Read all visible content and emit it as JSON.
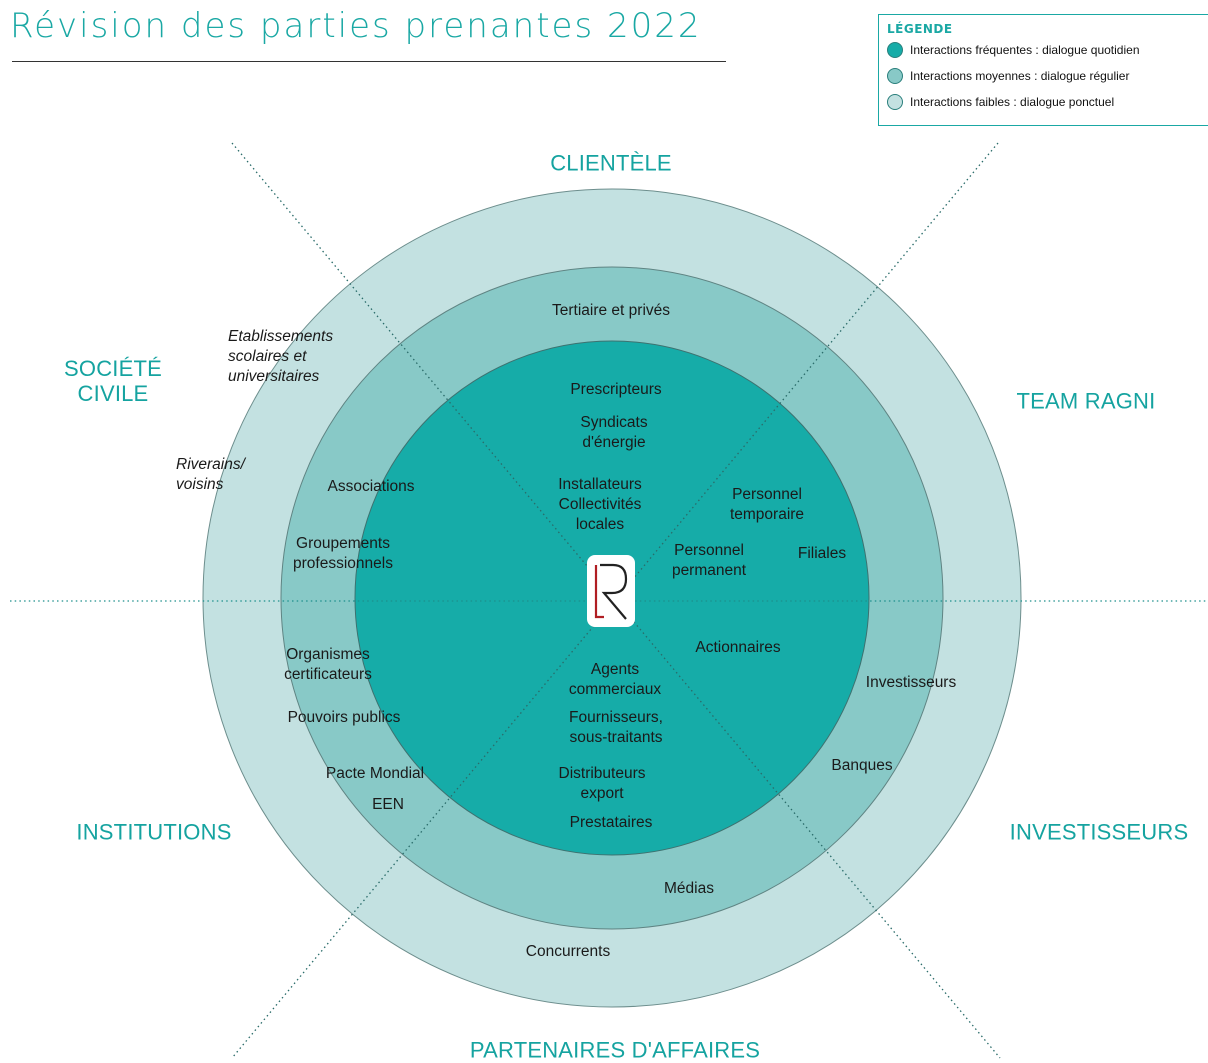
{
  "title": "Révision des parties prenantes 2022",
  "legend": {
    "title": "LÉGENDE",
    "items": [
      {
        "label": "Interactions fréquentes : dialogue quotidien",
        "color": "#16aca8"
      },
      {
        "label": "Interactions moyennes : dialogue régulier",
        "color": "#88c9c7"
      },
      {
        "label": "Interactions faibles : dialogue ponctuel",
        "color": "#c3e1e1"
      }
    ]
  },
  "categories": {
    "clientele": "CLIENTÈLE",
    "societe_civile": "SOCIÉTÉ\nCIVILE",
    "team_ragni": "TEAM RAGNI",
    "institutions": "INSTITUTIONS",
    "investisseurs": "INVESTISSEURS",
    "partenaires": "PARTENAIRES D'AFFAIRES"
  },
  "stakeholders": {
    "tertiaire": "Tertiaire et privés",
    "prescripteurs": "Prescripteurs",
    "syndicats": "Syndicats\nd'énergie",
    "installateurs": "Installateurs\nCollectivités\nlocales",
    "personnel_temporaire": "Personnel\ntemporaire",
    "personnel_permanent": "Personnel\npermanent",
    "filiales": "Filiales",
    "etablissements": "Etablissements\nscolaires et\nuniversitaires",
    "riverains": "Riverains/\nvoisins",
    "associations": "Associations",
    "groupements": "Groupements\nprofessionnels",
    "organismes": "Organismes\ncertificateurs",
    "pouvoirs": "Pouvoirs publics",
    "pacte": "Pacte Mondial",
    "een": "EEN",
    "actionnaires": "Actionnaires",
    "agents": "Agents\ncommerciaux",
    "fournisseurs": "Fournisseurs,\nsous-traitants",
    "distributeurs": "Distributeurs\nexport",
    "prestataires": "Prestataires",
    "investisseurs": "Investisseurs",
    "banques": "Banques",
    "medias": "Médias",
    "concurrents": "Concurrents"
  },
  "colors": {
    "inner": "#16aca8",
    "middle": "#88c9c7",
    "outer": "#c3e1e1",
    "accent": "#1aa8a4",
    "logo_red": "#b01e23"
  },
  "logo_name": "ragni-logo"
}
